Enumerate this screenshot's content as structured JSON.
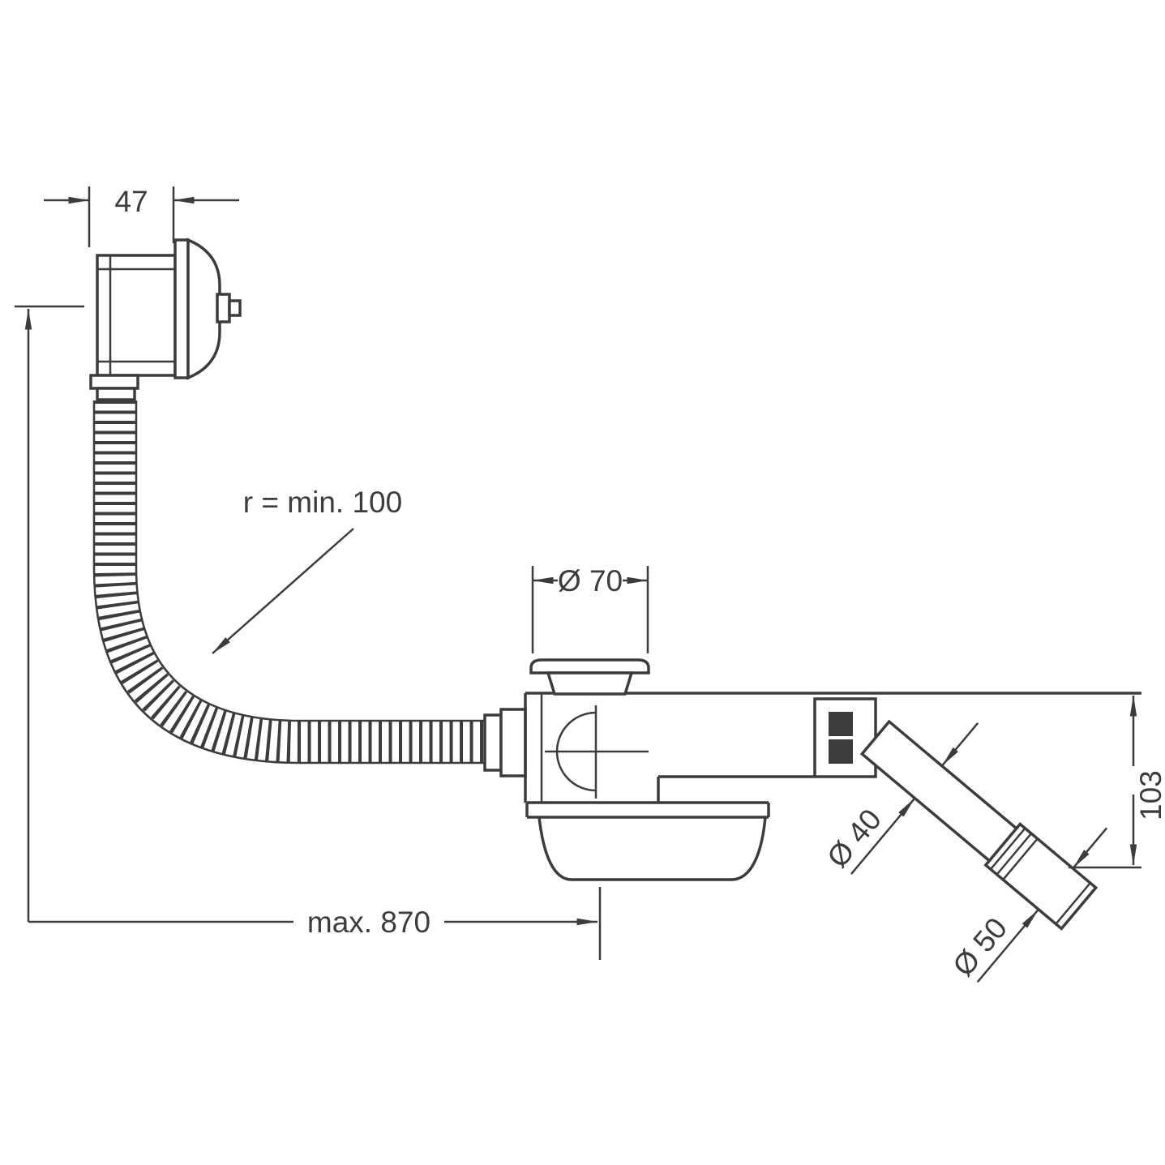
{
  "drawing": {
    "background": "#ffffff",
    "line_color": "#3c3c3b",
    "labels": {
      "overflow_depth": "47",
      "bend_radius": "r = min. 100",
      "flange_diameter": "Ø 70",
      "outlet_height": "103",
      "pipe_diameter": "Ø 40",
      "connector_diameter": "Ø 50",
      "max_length": "max. 870"
    }
  }
}
